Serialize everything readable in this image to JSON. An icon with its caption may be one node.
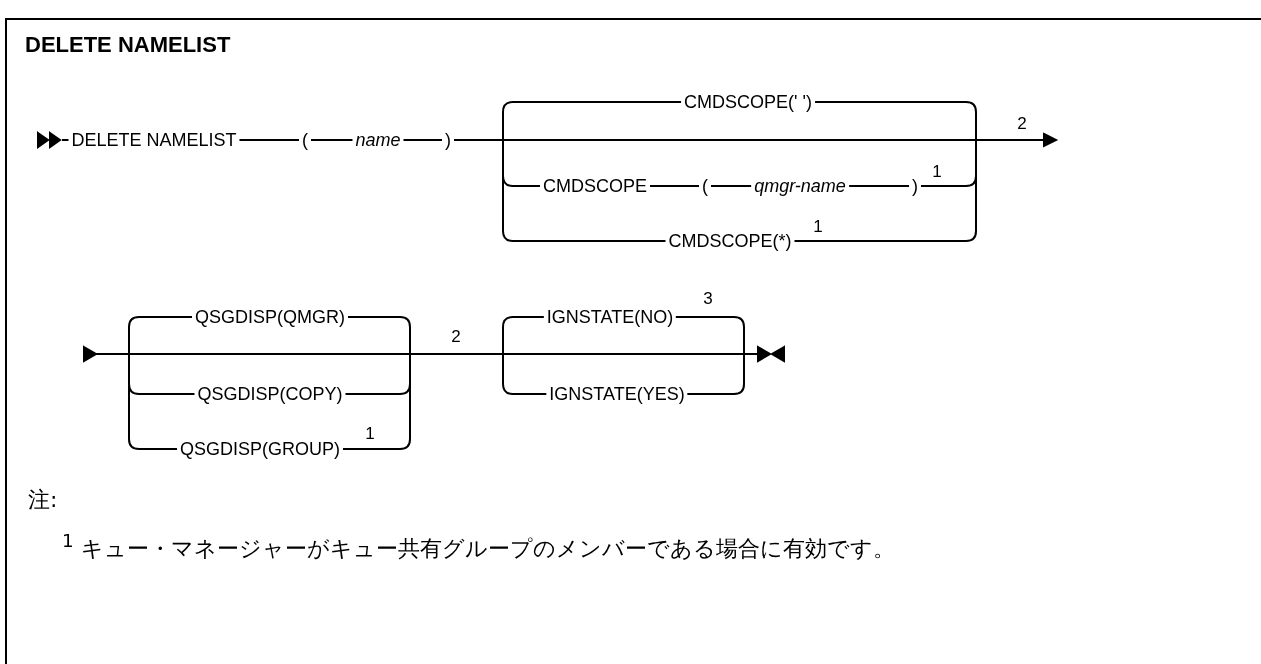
{
  "diagram": {
    "title": "DELETE NAMELIST",
    "labels": [
      "DELETE NAMELIST",
      "(",
      "name",
      ")",
      "CMDSCOPE(' ')",
      "2",
      "CMDSCOPE",
      "(",
      "qmgr-name",
      ")",
      "1",
      "CMDSCOPE(*)",
      "1",
      "QSGDISP(QMGR)",
      "IGNSTATE(NO)",
      "3",
      "2",
      "QSGDISP(COPY)",
      "IGNSTATE(YES)",
      "QSGDISP(GROUP)",
      "1",
      "注:",
      "$^{1}$ キュー・マネージャーがキュー共有グループのメンバーである場合に有効です。"
    ]
  }
}
